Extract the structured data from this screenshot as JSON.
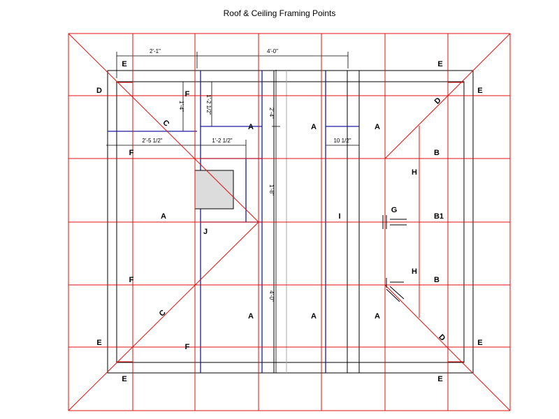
{
  "title": "Roof & Ceiling Framing Points",
  "colors": {
    "red": "#e01010",
    "blue": "#1a1aa0",
    "black": "#000000",
    "gray": "#a8a8a8",
    "fill": "#dcdcdc"
  },
  "labels": {
    "e": "E",
    "d": "D",
    "f": "F",
    "c": "C",
    "a": "A",
    "b": "B",
    "b1": "B1",
    "h": "H",
    "g": "G",
    "i": "I",
    "j": "J"
  },
  "dims": {
    "d2_1": "2'-1\"",
    "d4_0_top": "4'-0\"",
    "d1_4": "1'-4\"",
    "d1_2h_v": "1'-2 1/2\"",
    "d2_4": "2'-4\"",
    "d2_5h": "2'-5 1/2\"",
    "d1_2h_h": "1'-2 1/2\"",
    "d10h": "10 1/2\"",
    "d1_8": "1'-8\"",
    "d4_0_v": "4'-0\""
  }
}
